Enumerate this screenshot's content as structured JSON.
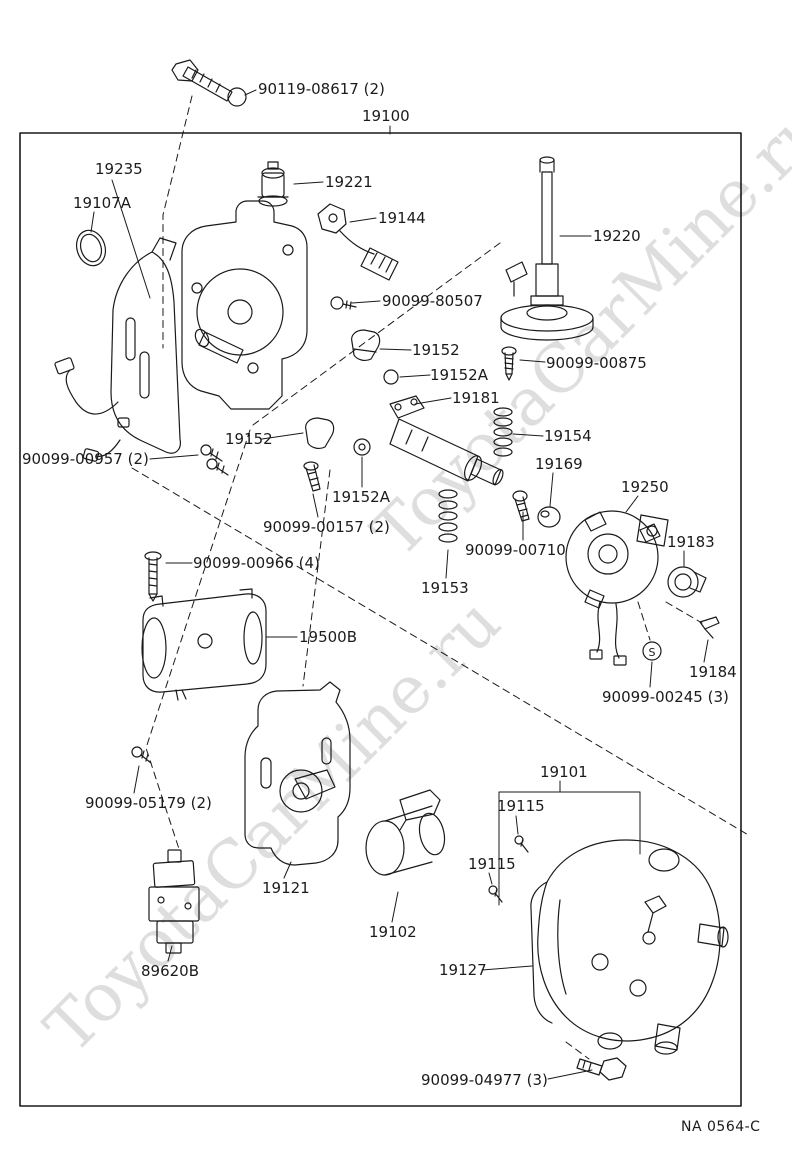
{
  "watermark": {
    "text": "ToyotaCarMine.ru"
  },
  "doc_code": "NA 0564-C",
  "markers": {
    "s": "S"
  },
  "colors": {
    "ink": "#1a1a1a",
    "watermark": "#c9c9c9",
    "background": "#ffffff"
  },
  "labels": [
    {
      "text": "90119-08617 (2)"
    },
    {
      "text": "19100"
    },
    {
      "text": "19235"
    },
    {
      "text": "19107A"
    },
    {
      "text": "19221"
    },
    {
      "text": "19144"
    },
    {
      "text": "19220"
    },
    {
      "text": "90099-80507"
    },
    {
      "text": "19152"
    },
    {
      "text": "19152A"
    },
    {
      "text": "90099-00875"
    },
    {
      "text": "19181"
    },
    {
      "text": "19152"
    },
    {
      "text": "19154"
    },
    {
      "text": "90099-00957 (2)"
    },
    {
      "text": "19169"
    },
    {
      "text": "19250"
    },
    {
      "text": "19152A"
    },
    {
      "text": "90099-00157 (2)"
    },
    {
      "text": "19183"
    },
    {
      "text": "90099-00710"
    },
    {
      "text": "19153"
    },
    {
      "text": "90099-00966 (4)"
    },
    {
      "text": "19500B"
    },
    {
      "text": "19184"
    },
    {
      "text": "90099-00245 (3)"
    },
    {
      "text": "19101"
    },
    {
      "text": "90099-05179 (2)"
    },
    {
      "text": "19115"
    },
    {
      "text": "19115"
    },
    {
      "text": "19121"
    },
    {
      "text": "19102"
    },
    {
      "text": "19127"
    },
    {
      "text": "89620B"
    },
    {
      "text": "90099-04977 (3)"
    }
  ]
}
